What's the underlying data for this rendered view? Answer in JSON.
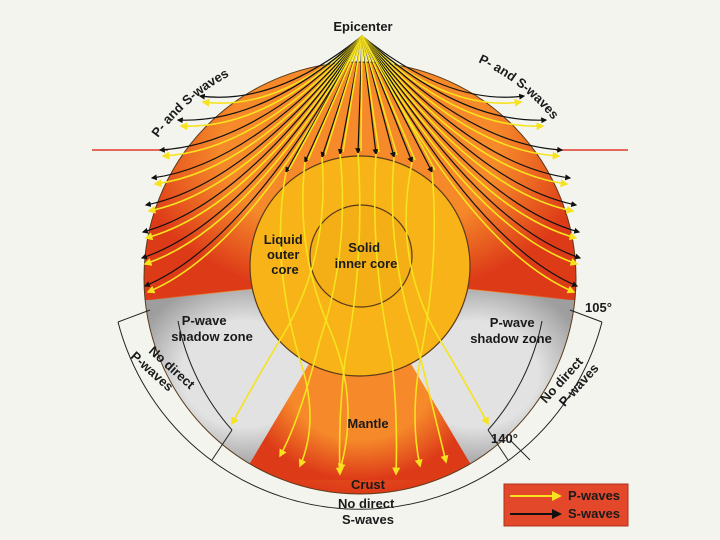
{
  "labels": {
    "epicenter": "Epicenter",
    "p_and_s_left": "P- and S-waves",
    "p_and_s_right": "P- and S-waves",
    "liquid_outer_core": [
      "Liquid",
      "outer",
      "core"
    ],
    "solid_inner_core": [
      "Solid",
      "inner core"
    ],
    "shadow_left": [
      "P-wave",
      "shadow zone"
    ],
    "shadow_right": [
      "P-wave",
      "shadow zone"
    ],
    "no_direct_p_left": [
      "No direct",
      "P-waves"
    ],
    "no_direct_p_right": [
      "No direct",
      "P-waves"
    ],
    "mantle": "Mantle",
    "crust": "Crust",
    "no_direct_s": [
      "No direct",
      "S-waves"
    ],
    "deg_105": "105°",
    "deg_140": "140°"
  },
  "legend": {
    "items": [
      {
        "label": "P-waves",
        "color": "#f7e21e"
      },
      {
        "label": "S-waves",
        "color": "#111111"
      }
    ]
  },
  "colors": {
    "mantle_outer": "#e0401c",
    "mantle_inner": "#f68a2a",
    "outer_core": "#f7b318",
    "inner_core": "#f3b016",
    "shadow": "#bcbcbc",
    "p_wave": "#f7e21e",
    "s_wave": "#111111",
    "horizon_line": "#e03b2a"
  }
}
